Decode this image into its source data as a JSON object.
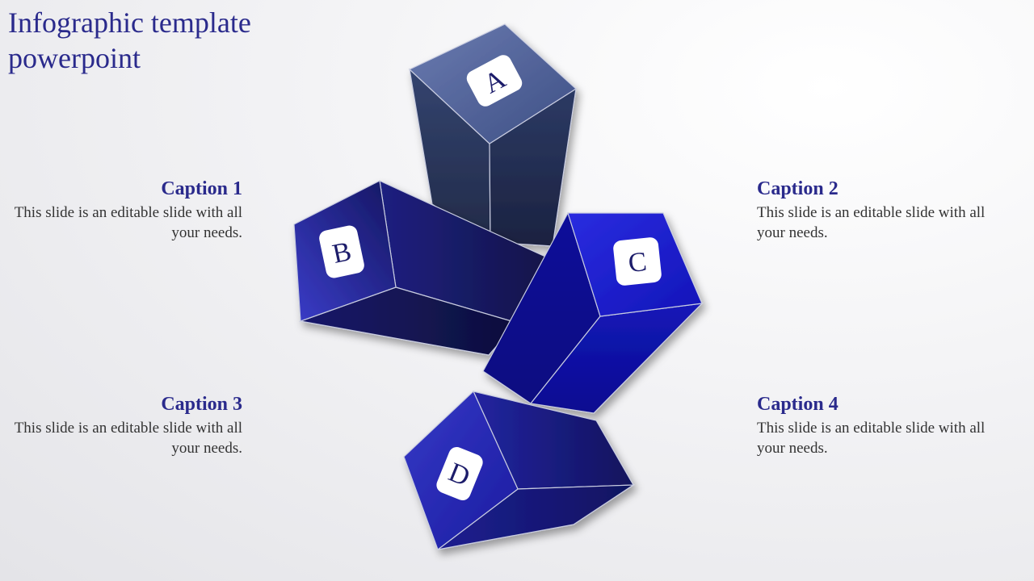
{
  "title": "Infographic template powerpoint",
  "captions": [
    {
      "title": "Caption 1",
      "text": "This slide is an editable slide with all your needs."
    },
    {
      "title": "Caption 2",
      "text": "This slide is an editable slide with all your needs."
    },
    {
      "title": "Caption 3",
      "text": "This slide is an editable slide with all your needs."
    },
    {
      "title": "Caption 4",
      "text": "This slide is an editable slide with all your needs."
    }
  ],
  "boxes": [
    {
      "letter": "A",
      "color": "#2e3f6e"
    },
    {
      "letter": "B",
      "color": "#1d1f7a"
    },
    {
      "letter": "C",
      "color": "#0d0fa3"
    },
    {
      "letter": "D",
      "color": "#1d1fa0"
    }
  ],
  "colors": {
    "title": "#2a2a8c",
    "caption": "#2a2a8c",
    "body_text": "#333333"
  }
}
